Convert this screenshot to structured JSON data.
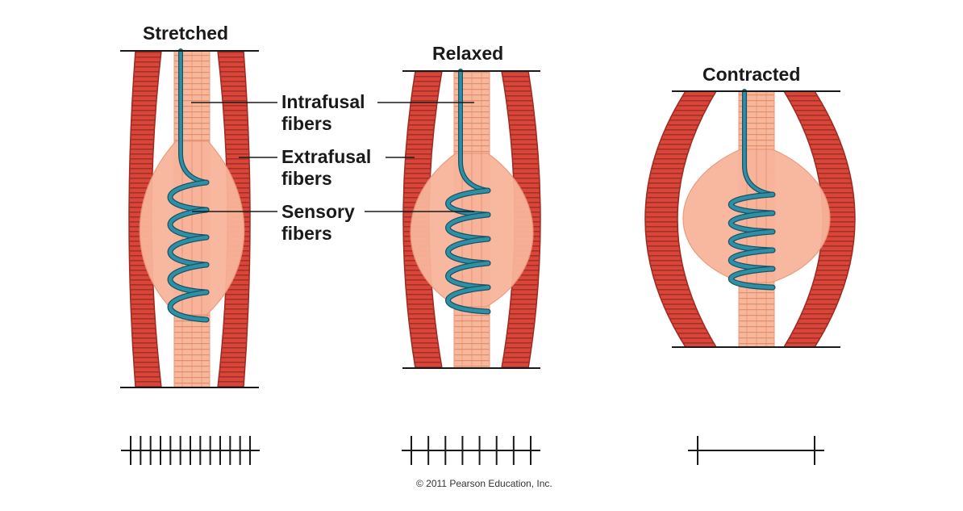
{
  "titles": {
    "stretched": "Stretched",
    "relaxed": "Relaxed",
    "contracted": "Contracted"
  },
  "callouts": {
    "intrafusal_line1": "Intrafusal",
    "intrafusal_line2": "fibers",
    "extrafusal_line1": "Extrafusal",
    "extrafusal_line2": "fibers",
    "sensory_line1": "Sensory",
    "sensory_line2": "fibers"
  },
  "frequency_scales": {
    "stretched_ticks": 13,
    "relaxed_ticks": 8,
    "contracted_ticks": 2
  },
  "copyright": "© 2011 Pearson Education, Inc.",
  "colors": {
    "extrafusal": "#d8463a",
    "extrafusal_dark": "#9e2a22",
    "intrafusal": "#f6b79b",
    "capsule": "#f8b49a",
    "sensory_nerve": "#2f8fa3",
    "sensory_nerve_outline": "#17536a",
    "line": "#1a1a1a"
  },
  "icons": [
    "muscle-spindle-diagram"
  ]
}
